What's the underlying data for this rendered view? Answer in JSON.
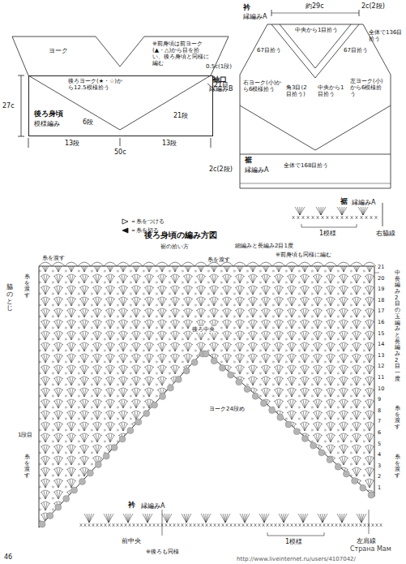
{
  "diagram": {
    "title": "後ろ身頃の編み方図",
    "nodes": [
      {
        "text": [
          "ヨーク"
        ]
      },
      {
        "text": [
          "後ろ身頃",
          "模様編み"
        ]
      }
    ],
    "labels": [
      "後ろヨーク(★・☆)から12.5模様拾う",
      "27c",
      "6段",
      "21段",
      "21目",
      "13段",
      "13段",
      "50c",
      "※前身頃は前ヨーク(▲・△)から目を拾い、後ろ身頃と同様に編む",
      "約29c",
      "衿",
      "縁編みA",
      "中央から1目拾う",
      "2c(2段)",
      "67目拾う",
      "67目拾う",
      "全体で136目拾う",
      "0.5c(1段)",
      "袖口",
      "縁編みB",
      "右ヨーク(小)から6模様拾う",
      "角3目(2目拾う)",
      "中央から1目拾う",
      "左ヨーク(小)から6模様拾う",
      "2c(2段)",
      "裾",
      "縁編みA",
      "全体で168目拾う",
      "裾",
      "縁編みA",
      "1模様",
      "右脇線",
      "裾の拾い方",
      "細編みと長編み2目1度",
      "※前身頃も同様に編む",
      "糸を渡す",
      "糸を渡す",
      "中長編み2目の玉編みと長編み2目一度",
      "糸を渡す",
      "脇のとじ",
      "糸を渡す",
      "1段目",
      "糸を渡す",
      "後ろ中央",
      "ヨーク24段め",
      "糸を渡す",
      "21",
      "20",
      "19",
      "18",
      "17",
      "16",
      "15",
      "14",
      "13",
      "12",
      "11",
      "10",
      "9",
      "8",
      "7",
      "6",
      "5",
      "4",
      "3",
      "2",
      "1",
      "衿",
      "縁編みA",
      "前中央",
      "1模様",
      "左肩線",
      "※後ろも同様",
      "46",
      "http://www.liveinternet.ru/users/4107042/",
      "Страна Мам"
    ],
    "legend": [
      {
        "text": "＝糸をつける"
      },
      {
        "text": "＝糸を切る"
      }
    ]
  }
}
